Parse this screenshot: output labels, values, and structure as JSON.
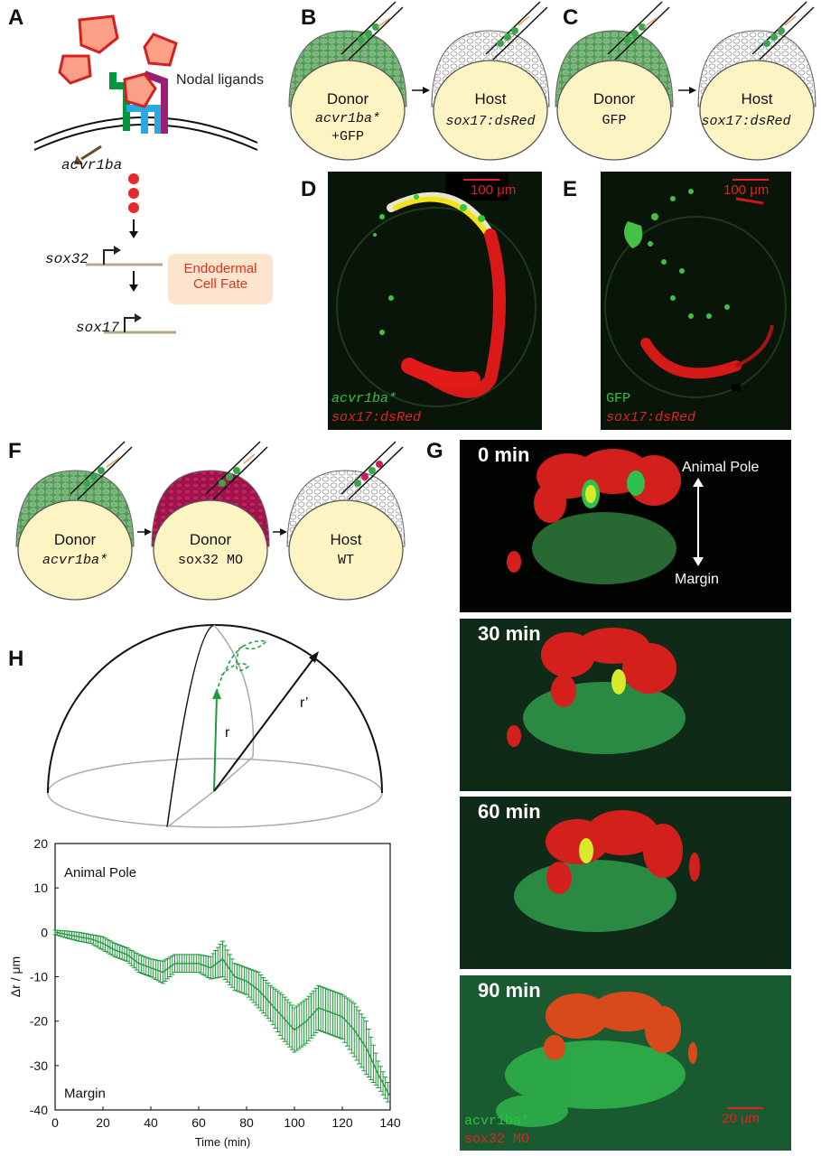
{
  "panels": {
    "A": "A",
    "B": "B",
    "C": "C",
    "D": "D",
    "E": "E",
    "F": "F",
    "G": "G",
    "H": "H"
  },
  "panel_a": {
    "ligand_label": "Nodal ligands",
    "receptor_gene": "acvr1ba",
    "gene1": "sox32",
    "gene2": "sox17",
    "fate_line1": "Endodermal",
    "fate_line2": "Cell Fate"
  },
  "panel_b": {
    "donor_title": "Donor",
    "donor_line1": "acvr1ba*",
    "donor_line2": "+GFP",
    "host_title": "Host",
    "host_line": "sox17:dsRed"
  },
  "panel_c": {
    "donor_title": "Donor",
    "donor_line": "GFP",
    "host_title": "Host",
    "host_line": "sox17:dsRed"
  },
  "panel_d": {
    "scale": "100 μm",
    "legend_green": "acvr1ba*",
    "legend_red": "sox17:dsRed"
  },
  "panel_e": {
    "scale": "100 μm",
    "legend_green": "GFP",
    "legend_red": "sox17:dsRed"
  },
  "panel_f": {
    "donor1_title": "Donor",
    "donor1_line": "acvr1ba*",
    "donor2_title": "Donor",
    "donor2_line": "sox32 MO",
    "host_title": "Host",
    "host_line": "WT"
  },
  "panel_g": {
    "times": [
      "0 min",
      "30 min",
      "60 min",
      "90 min"
    ],
    "top_label": "Animal Pole",
    "bottom_label": "Margin",
    "scale": "20 μm",
    "legend_green": "acvr1ba*",
    "legend_red": "sox32 MO"
  },
  "panel_h": {
    "r_label": "r",
    "rprime_label": "r’"
  },
  "colors": {
    "green_cell": "#3aa64a",
    "red_cell": "#e53030",
    "yolk": "#fdf4c4",
    "trace": "#1f9a3a"
  },
  "chart_data": {
    "type": "line",
    "title": "",
    "xlabel": "Time (min)",
    "ylabel": "Δr / μm",
    "xlim": [
      0,
      140
    ],
    "ylim": [
      -40,
      20
    ],
    "xticks": [
      0,
      20,
      40,
      60,
      80,
      100,
      120,
      140
    ],
    "yticks": [
      20,
      10,
      0,
      -10,
      -20,
      -30,
      -40
    ],
    "annotations": [
      "Animal Pole",
      "Margin"
    ],
    "grid": false,
    "series": [
      {
        "x": [
          0,
          5,
          10,
          15,
          20,
          25,
          30,
          35,
          40,
          45,
          50,
          55,
          60,
          65,
          70,
          75,
          80,
          85,
          90,
          95,
          100,
          105,
          110,
          115,
          120,
          125,
          130,
          135,
          140
        ],
        "y": [
          0,
          -0.5,
          -1,
          -1.5,
          -2.5,
          -4,
          -5,
          -7,
          -8,
          -9,
          -7,
          -7,
          -7,
          -8,
          -6,
          -10,
          -11,
          -13,
          -16,
          -19,
          -22,
          -20,
          -17,
          -18,
          -19,
          -22,
          -26,
          -32,
          -37
        ],
        "error": [
          0.5,
          0.8,
          1,
          1,
          1.5,
          1.5,
          1.5,
          2,
          2,
          2.5,
          2,
          2,
          2,
          2.5,
          4,
          3,
          3,
          4,
          4,
          5,
          5,
          5,
          5,
          5,
          5,
          6,
          6,
          3,
          2
        ]
      }
    ]
  }
}
